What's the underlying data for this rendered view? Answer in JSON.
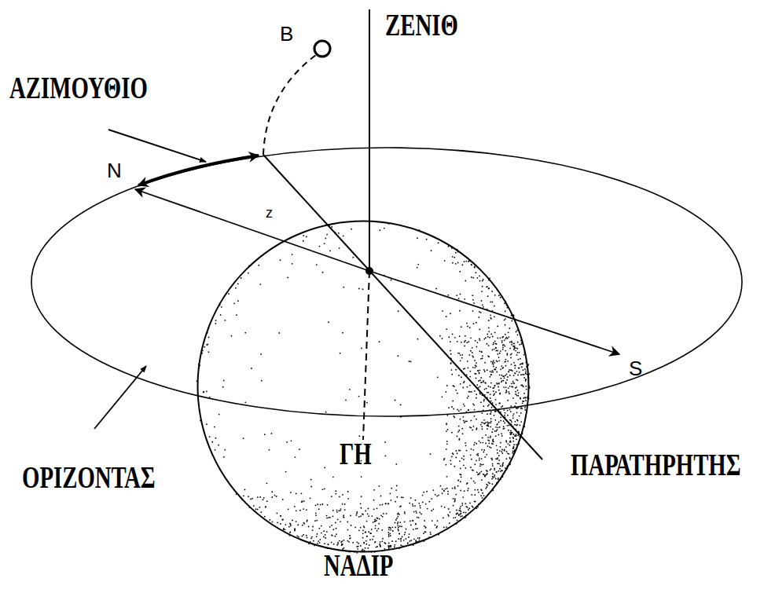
{
  "diagram": {
    "nodes": [
      {
        "text": [
          "ΓΗ"
        ]
      }
    ],
    "labels": [
      "B",
      "ΖΕΝΙΘ",
      "ΑΖΙΜΟΥΘΙΟ",
      "N",
      "z",
      "S",
      "ΟΡΙΖΟΝΤΑΣ",
      "ΠΑΡΑΤΗΡΗΤΗΣ",
      "ΝΑΔΙΡ"
    ]
  }
}
